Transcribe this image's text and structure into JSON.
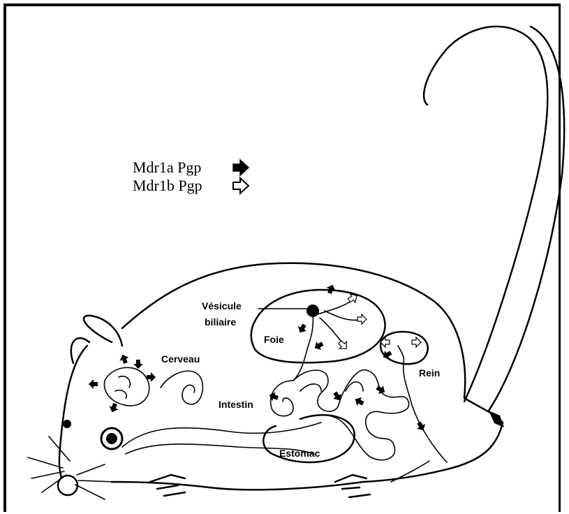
{
  "legend": {
    "items": [
      {
        "label": "Mdr1a Pgp",
        "arrow": "filled-arrow"
      },
      {
        "label": "Mdr1b Pgp",
        "arrow": "open-arrow"
      }
    ]
  },
  "organs": {
    "vesicule_line1": "Vésicule",
    "vesicule_line2": "biliaire",
    "foie": "Foie",
    "cerveau": "Cerveau",
    "rein": "Rein",
    "intestin": "Intestin",
    "estomac": "Estomac"
  },
  "colors": {
    "ink": "#000000",
    "background": "#ffffff"
  }
}
